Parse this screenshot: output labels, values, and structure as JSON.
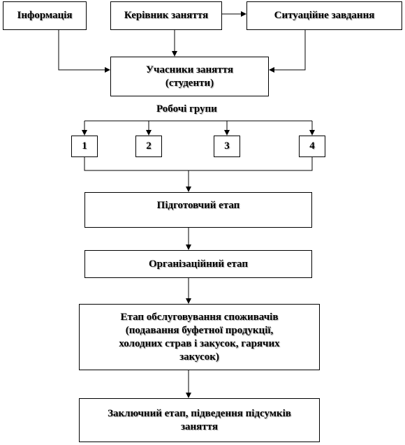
{
  "diagram": {
    "information": "Інформація",
    "leader": "Керівник заняття",
    "situation": "Ситуаційне завдання",
    "participants": "Учасники заняття\n(студенти)",
    "work_groups": "Робочі групи",
    "groups": [
      "1",
      "2",
      "3",
      "4"
    ],
    "prep_stage": "Підготовчий етап",
    "org_stage": "Організаційний етап",
    "service_stage": "Етап обслуговування споживачів\n(подавання буфетної продукції,\nхолодних страв і закусок, гарячих\nзакусок)",
    "final_stage": "Заключний етап, підведення підсумків\nзаняття"
  }
}
